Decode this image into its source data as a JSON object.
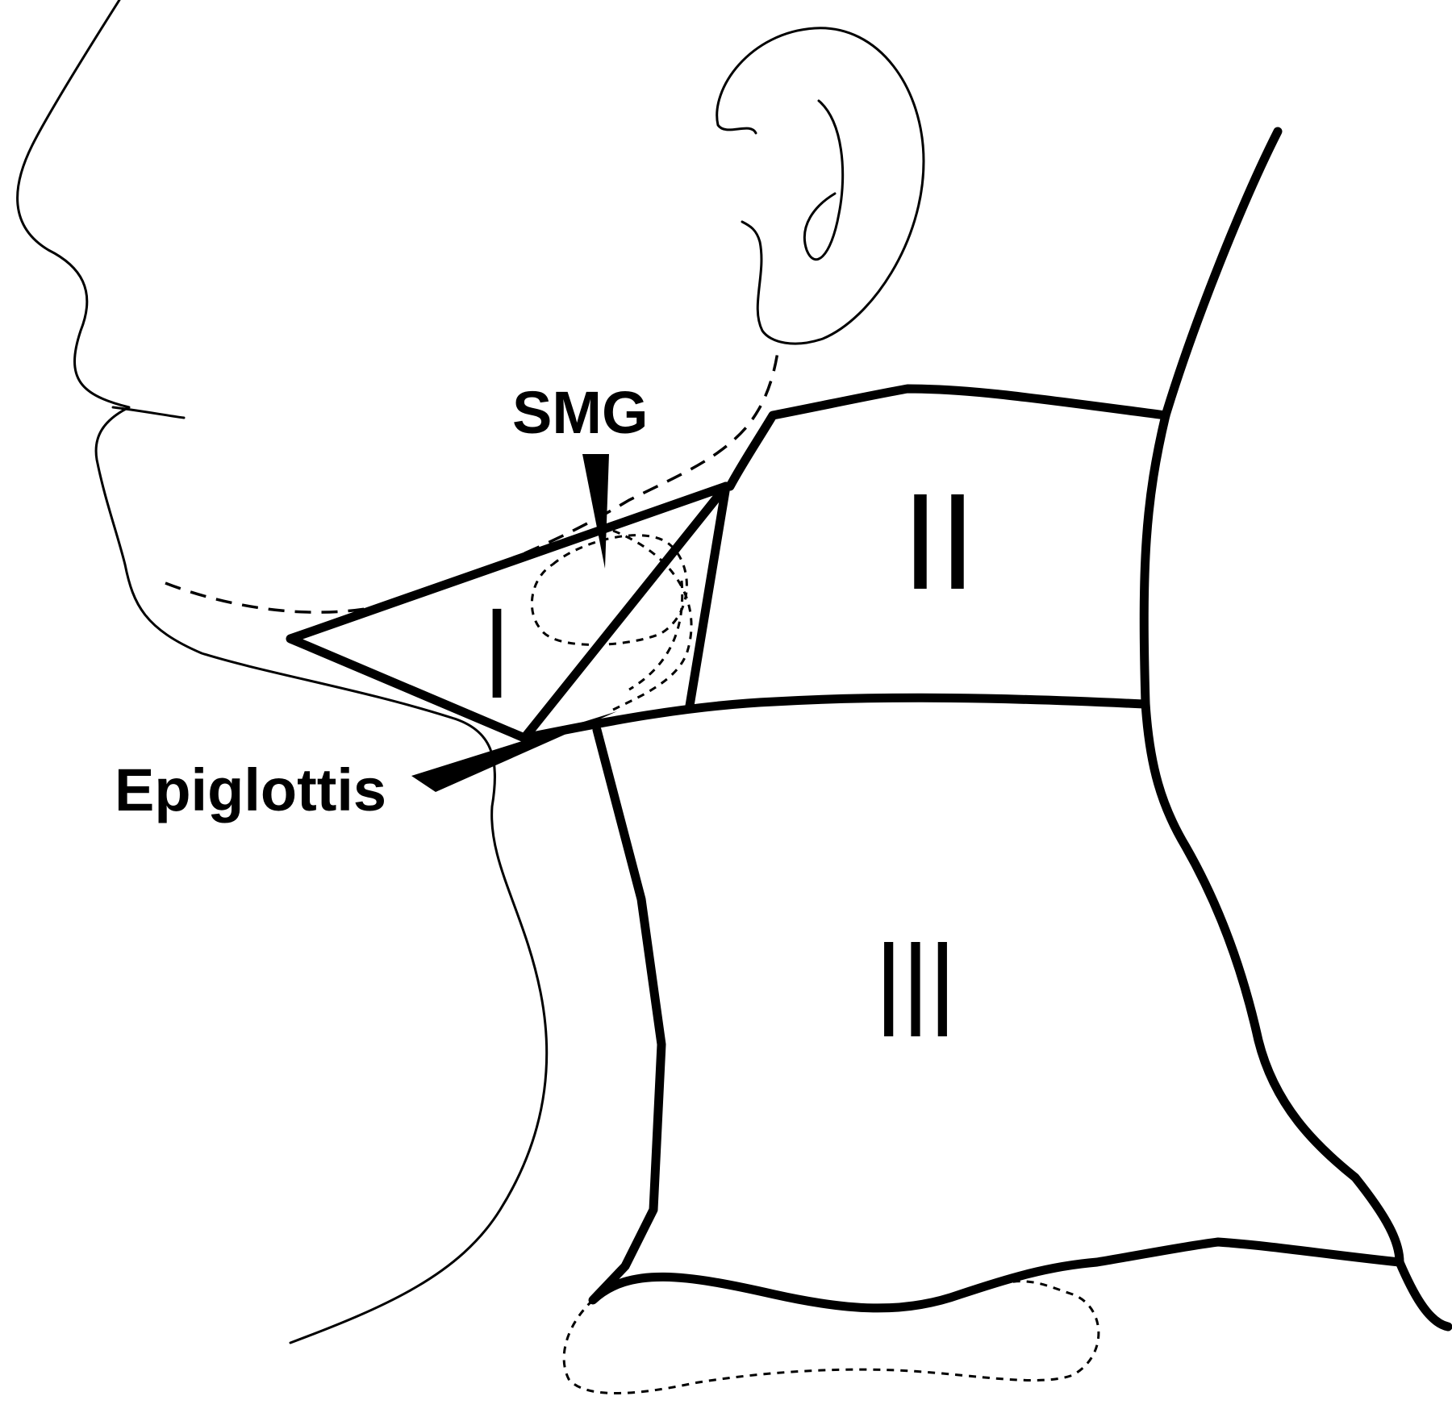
{
  "labels": {
    "smg": "SMG",
    "epiglottis": "Epiglottis"
  },
  "levels": {
    "level_1": "I",
    "level_2": "II",
    "level_3": "III"
  },
  "colors": {
    "ink": "#000000",
    "background": "#ffffff"
  }
}
